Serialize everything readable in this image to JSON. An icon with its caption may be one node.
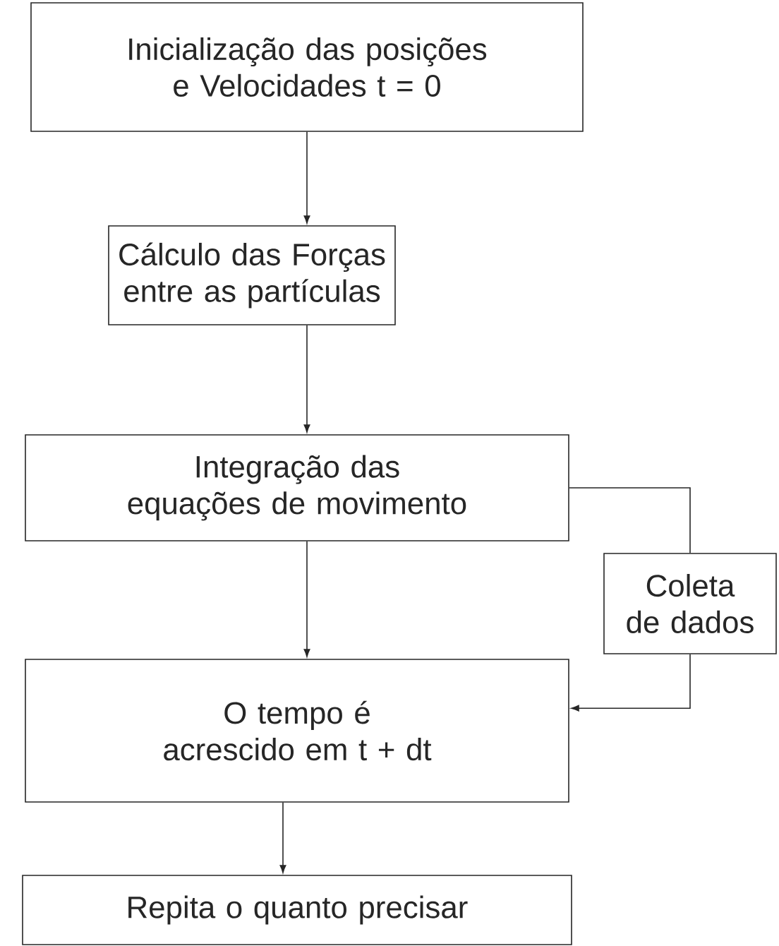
{
  "diagram": {
    "nodes": [
      {
        "text": [
          "Inicialização das posições e Velocidades t = 0"
        ]
      },
      {
        "text": [
          "Cálculo das Forças entre as partículas"
        ]
      },
      {
        "text": [
          "Integração das equações de movimento"
        ]
      },
      {
        "text": [
          "Coleta de dados"
        ]
      },
      {
        "text": [
          "O tempo é acrescido em t + dt"
        ]
      },
      {
        "text": [
          "Repita o quanto precisar"
        ]
      }
    ],
    "edges": [
      {
        "from": 0,
        "to": 1,
        "arrow": "to"
      },
      {
        "from": 1,
        "to": 2,
        "arrow": "to"
      },
      {
        "from": 2,
        "to": 4,
        "arrow": "to"
      },
      {
        "from": 2,
        "to": 3,
        "arrow": "none"
      },
      {
        "from": 3,
        "to": 4,
        "arrow": "to"
      },
      {
        "from": 4,
        "to": 5,
        "arrow": "to"
      }
    ]
  }
}
